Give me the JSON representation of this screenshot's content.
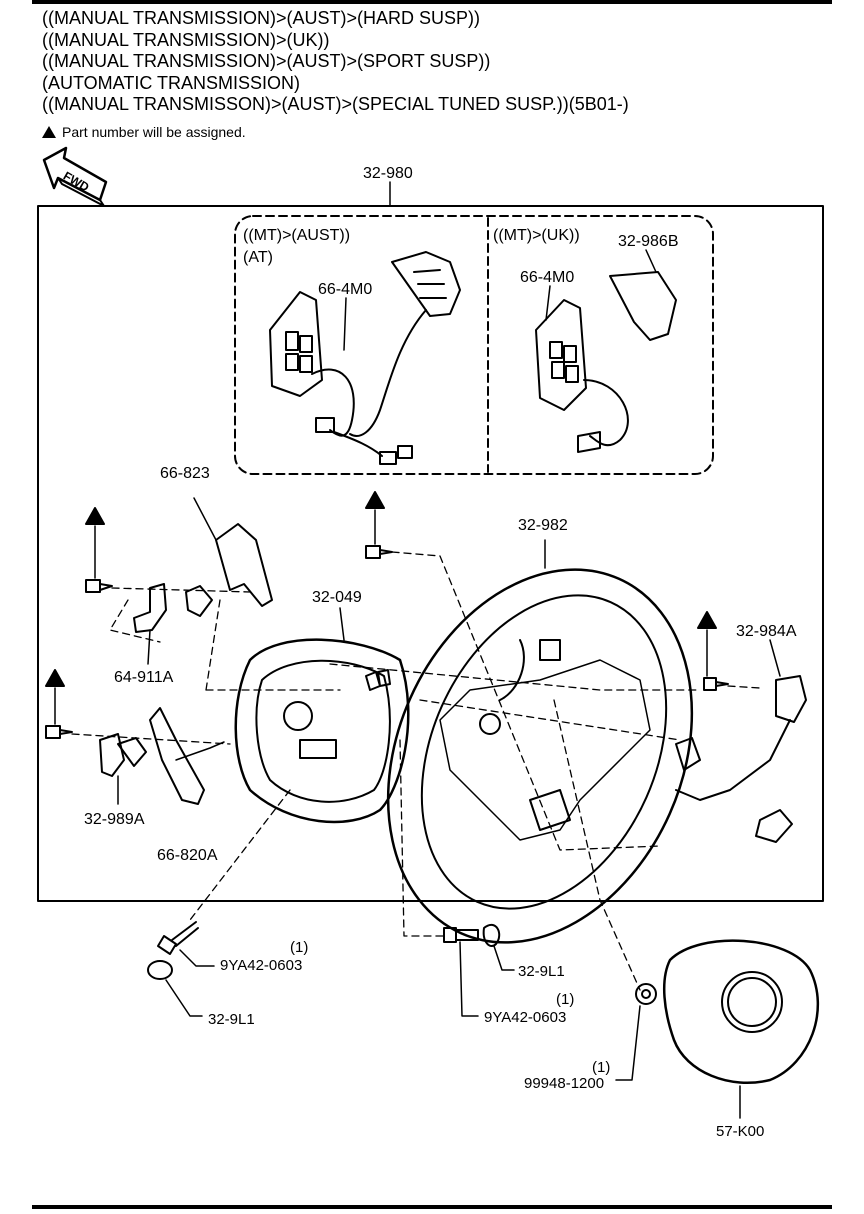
{
  "header": {
    "lines": [
      "((MANUAL TRANSMISSION)>(AUST)>(HARD SUSP))",
      "((MANUAL TRANSMISSION)>(UK))",
      "((MANUAL TRANSMISSION)>(AUST)>(SPORT SUSP))",
      "(AUTOMATIC TRANSMISSION)",
      "((MANUAL TRANSMISSON)>(AUST)>(SPECIAL TUNED SUSP.))(5B01-)"
    ],
    "note": "Part number will be assigned."
  },
  "fwd_label": "FWD",
  "inset": {
    "left_title_1": "((MT)>(AUST))",
    "left_title_2": "(AT)",
    "right_title": "((MT)>(UK))"
  },
  "parts": {
    "p32_980": "32-980",
    "p66_4m0_a": "66-4M0",
    "p66_4m0_b": "66-4M0",
    "p32_986b": "32-986B",
    "p66_823": "66-823",
    "p32_982": "32-982",
    "p32_049": "32-049",
    "p64_911a": "64-911A",
    "p32_984a": "32-984A",
    "p32_989a": "32-989A",
    "p66_820a": "66-820A",
    "p9ya42_a": "9YA42-0603",
    "q9ya42_a": "(1)",
    "p32_9l1_a": "32-9L1",
    "p32_9l1_b": "32-9L1",
    "p9ya42_b": "9YA42-0603",
    "q9ya42_b": "(1)",
    "p99948": "99948-1200",
    "q99948": "(1)",
    "p57_k00": "57-K00"
  }
}
